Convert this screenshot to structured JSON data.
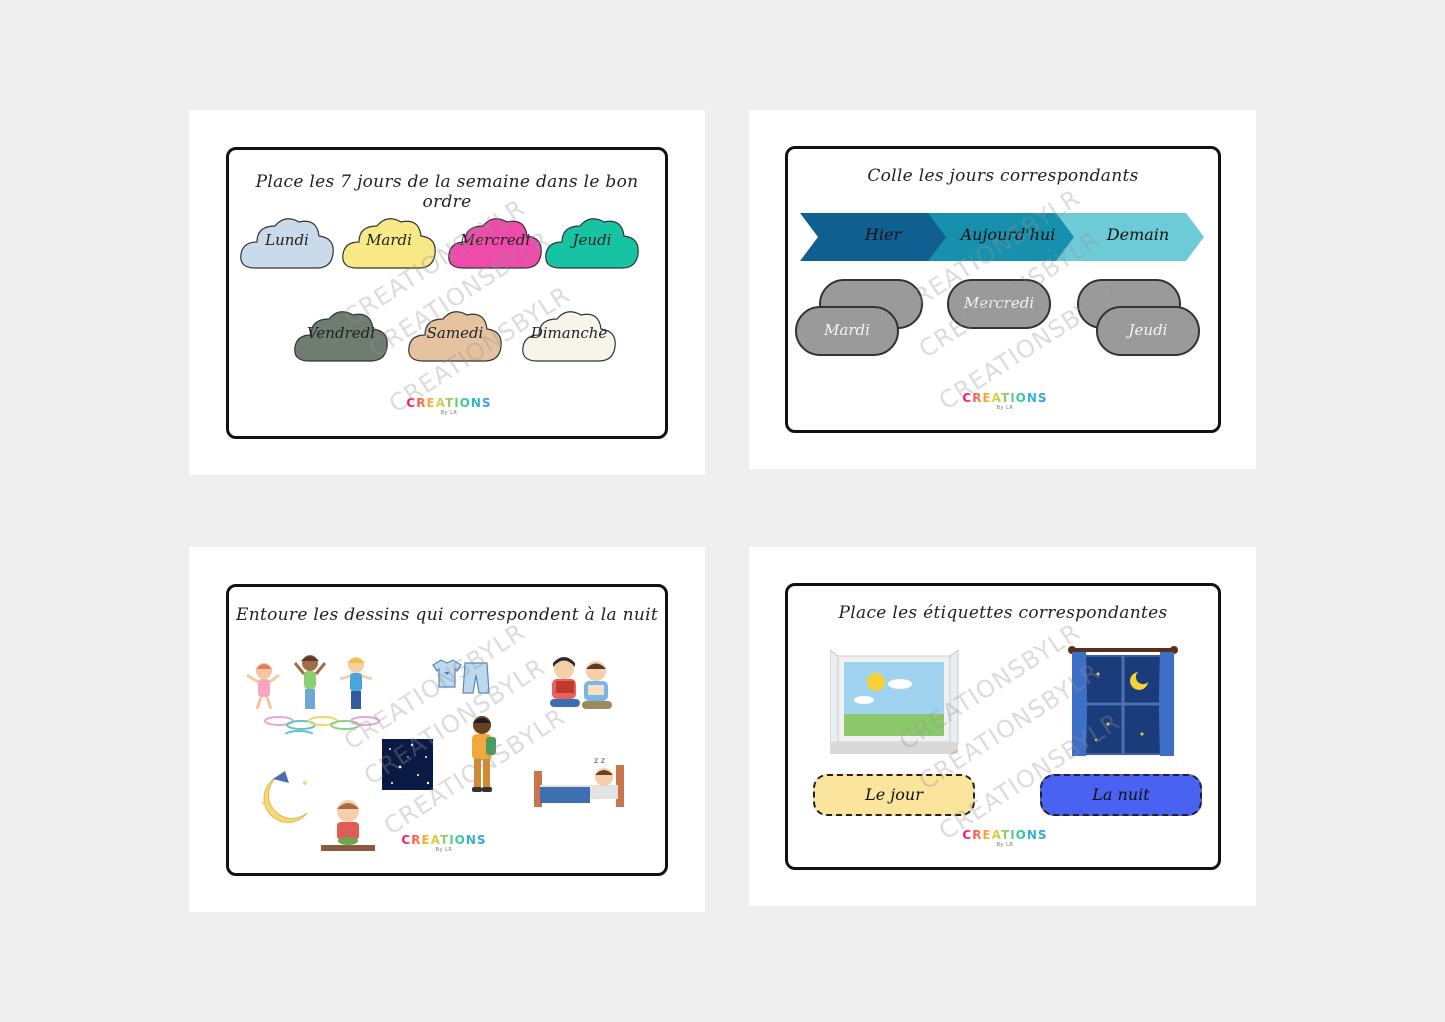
{
  "watermark": "CREATIONSBYLR",
  "logo": {
    "text": "CREATIONS",
    "sub": "By LR"
  },
  "card1": {
    "title": "Place les 7 jours de la semaine dans le bon ordre",
    "clouds": [
      {
        "label": "Lundi",
        "color": "#c9dbea"
      },
      {
        "label": "Mardi",
        "color": "#f7ea86"
      },
      {
        "label": "Mercredi",
        "color": "#ee4bab"
      },
      {
        "label": "Jeudi",
        "color": "#16c3a3"
      },
      {
        "label": "Vendredi",
        "color": "#6f7d71"
      },
      {
        "label": "Samedi",
        "color": "#e6c3a0"
      },
      {
        "label": "Dimanche",
        "color": "#f7f4ec"
      }
    ]
  },
  "card2": {
    "title": "Colle les jours correspondants",
    "arrows": [
      {
        "label": "Hier",
        "color": "#0f5f91"
      },
      {
        "label": "Aujourd'hui",
        "color": "#1790ad"
      },
      {
        "label": "Demain",
        "color": "#6ccbd7"
      }
    ],
    "pills": [
      "Mardi",
      "Mercredi",
      "Jeudi"
    ]
  },
  "card3": {
    "title": "Entoure les dessins qui correspondent à la nuit"
  },
  "card4": {
    "title": "Place les étiquettes correspondantes",
    "labels": [
      {
        "text": "Le jour",
        "color": "#fbe59c"
      },
      {
        "text": "La nuit",
        "color": "#4a62f2"
      }
    ]
  }
}
